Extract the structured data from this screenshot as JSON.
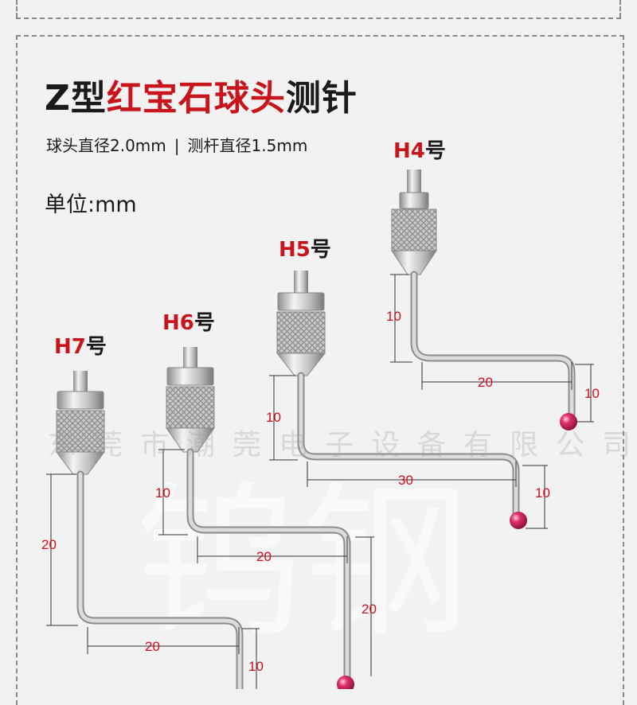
{
  "title": {
    "prefix": "Z型",
    "highlight": "红宝石球头",
    "suffix": "测针"
  },
  "subtitle": {
    "ball": "球头直径2.0mm",
    "separator": "|",
    "rod": "测杆直径1.5mm"
  },
  "unit": "单位:mm",
  "watermark": "东莞市潮莞电子设备有限公司",
  "probes": [
    {
      "code": "H4",
      "suffix": "号",
      "dims": [
        "10",
        "20",
        "10"
      ]
    },
    {
      "code": "H5",
      "suffix": "号",
      "dims": [
        "10",
        "30",
        "10"
      ]
    },
    {
      "code": "H6",
      "suffix": "号",
      "dims": [
        "10",
        "20",
        "20"
      ]
    },
    {
      "code": "H7",
      "suffix": "号",
      "dims": [
        "20",
        "20",
        "10"
      ]
    }
  ],
  "colors": {
    "accent": "#c8151b",
    "ruby": "#e0306a",
    "steel": "#b9b9b9"
  }
}
